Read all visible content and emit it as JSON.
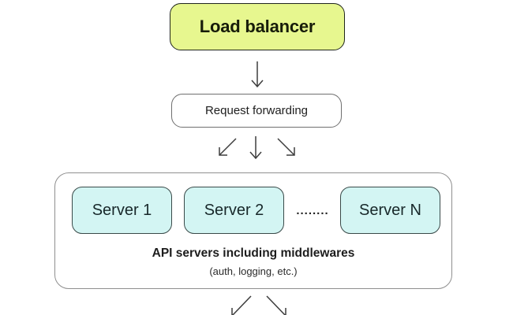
{
  "diagram": {
    "load_balancer": {
      "label": "Load balancer"
    },
    "request_forwarding": {
      "label": "Request forwarding"
    },
    "servers_group": {
      "items": [
        {
          "label": "Server 1"
        },
        {
          "label": "Server 2"
        },
        {
          "label": "Server N"
        }
      ],
      "ellipsis": "........",
      "caption": "API servers including middlewares",
      "subcaption": "(auth, logging, etc.)"
    },
    "colors": {
      "load_balancer_fill": "#E7F78F",
      "load_balancer_border": "#20261C",
      "server_fill": "#D3F5F3",
      "server_border": "#3A4A49",
      "request_forwarding_border": "#6F6F6F",
      "group_border": "#8F8F8F",
      "arrow": "#3D3D3D",
      "text": "#1D1D1D",
      "background": "#FFFFFF"
    }
  }
}
